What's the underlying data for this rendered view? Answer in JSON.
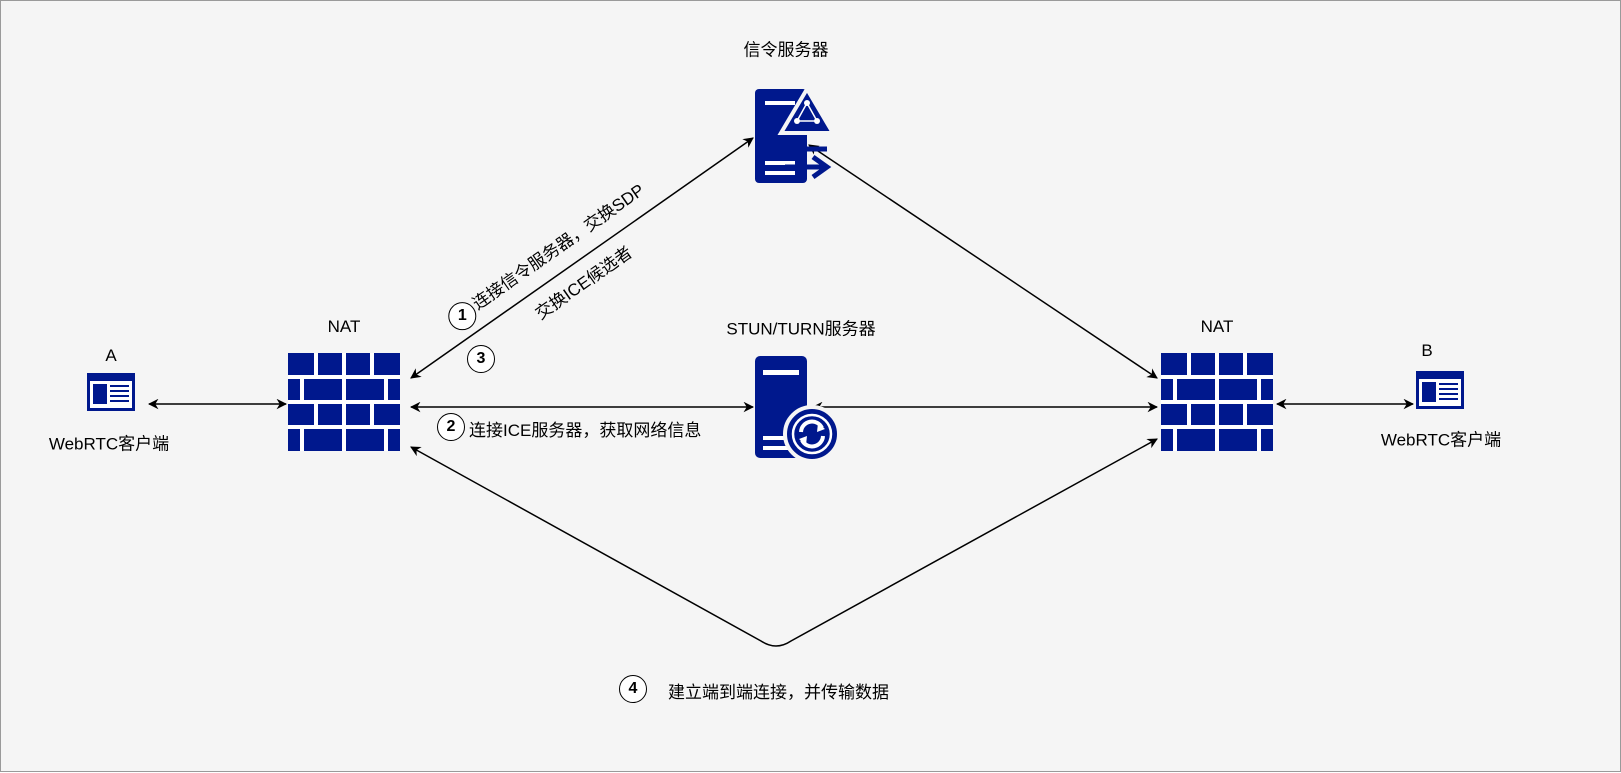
{
  "colors": {
    "icon": "#00188D",
    "line": "#000000",
    "background": "#f5f5f5"
  },
  "nodes": {
    "client_a": {
      "letter": "A",
      "label": "WebRTC客户端",
      "icon": "browser-window-icon"
    },
    "nat_left": {
      "label": "NAT",
      "icon": "firewall-icon"
    },
    "signal_server": {
      "label": "信令服务器",
      "icon": "signaling-server-icon"
    },
    "stun_server": {
      "label": "STUN/TURN服务器",
      "icon": "sync-server-icon"
    },
    "nat_right": {
      "label": "NAT",
      "icon": "firewall-icon"
    },
    "client_b": {
      "letter": "B",
      "label": "WebRTC客户端",
      "icon": "browser-window-icon"
    }
  },
  "steps": [
    {
      "num": "1",
      "text": "连接信令服务器，交换SDP"
    },
    {
      "num": "2",
      "text": "连接ICE服务器，获取网络信息"
    },
    {
      "num": "3",
      "text": "交换ICE候选者"
    },
    {
      "num": "4",
      "text": "建立端到端连接，并传输数据"
    }
  ]
}
